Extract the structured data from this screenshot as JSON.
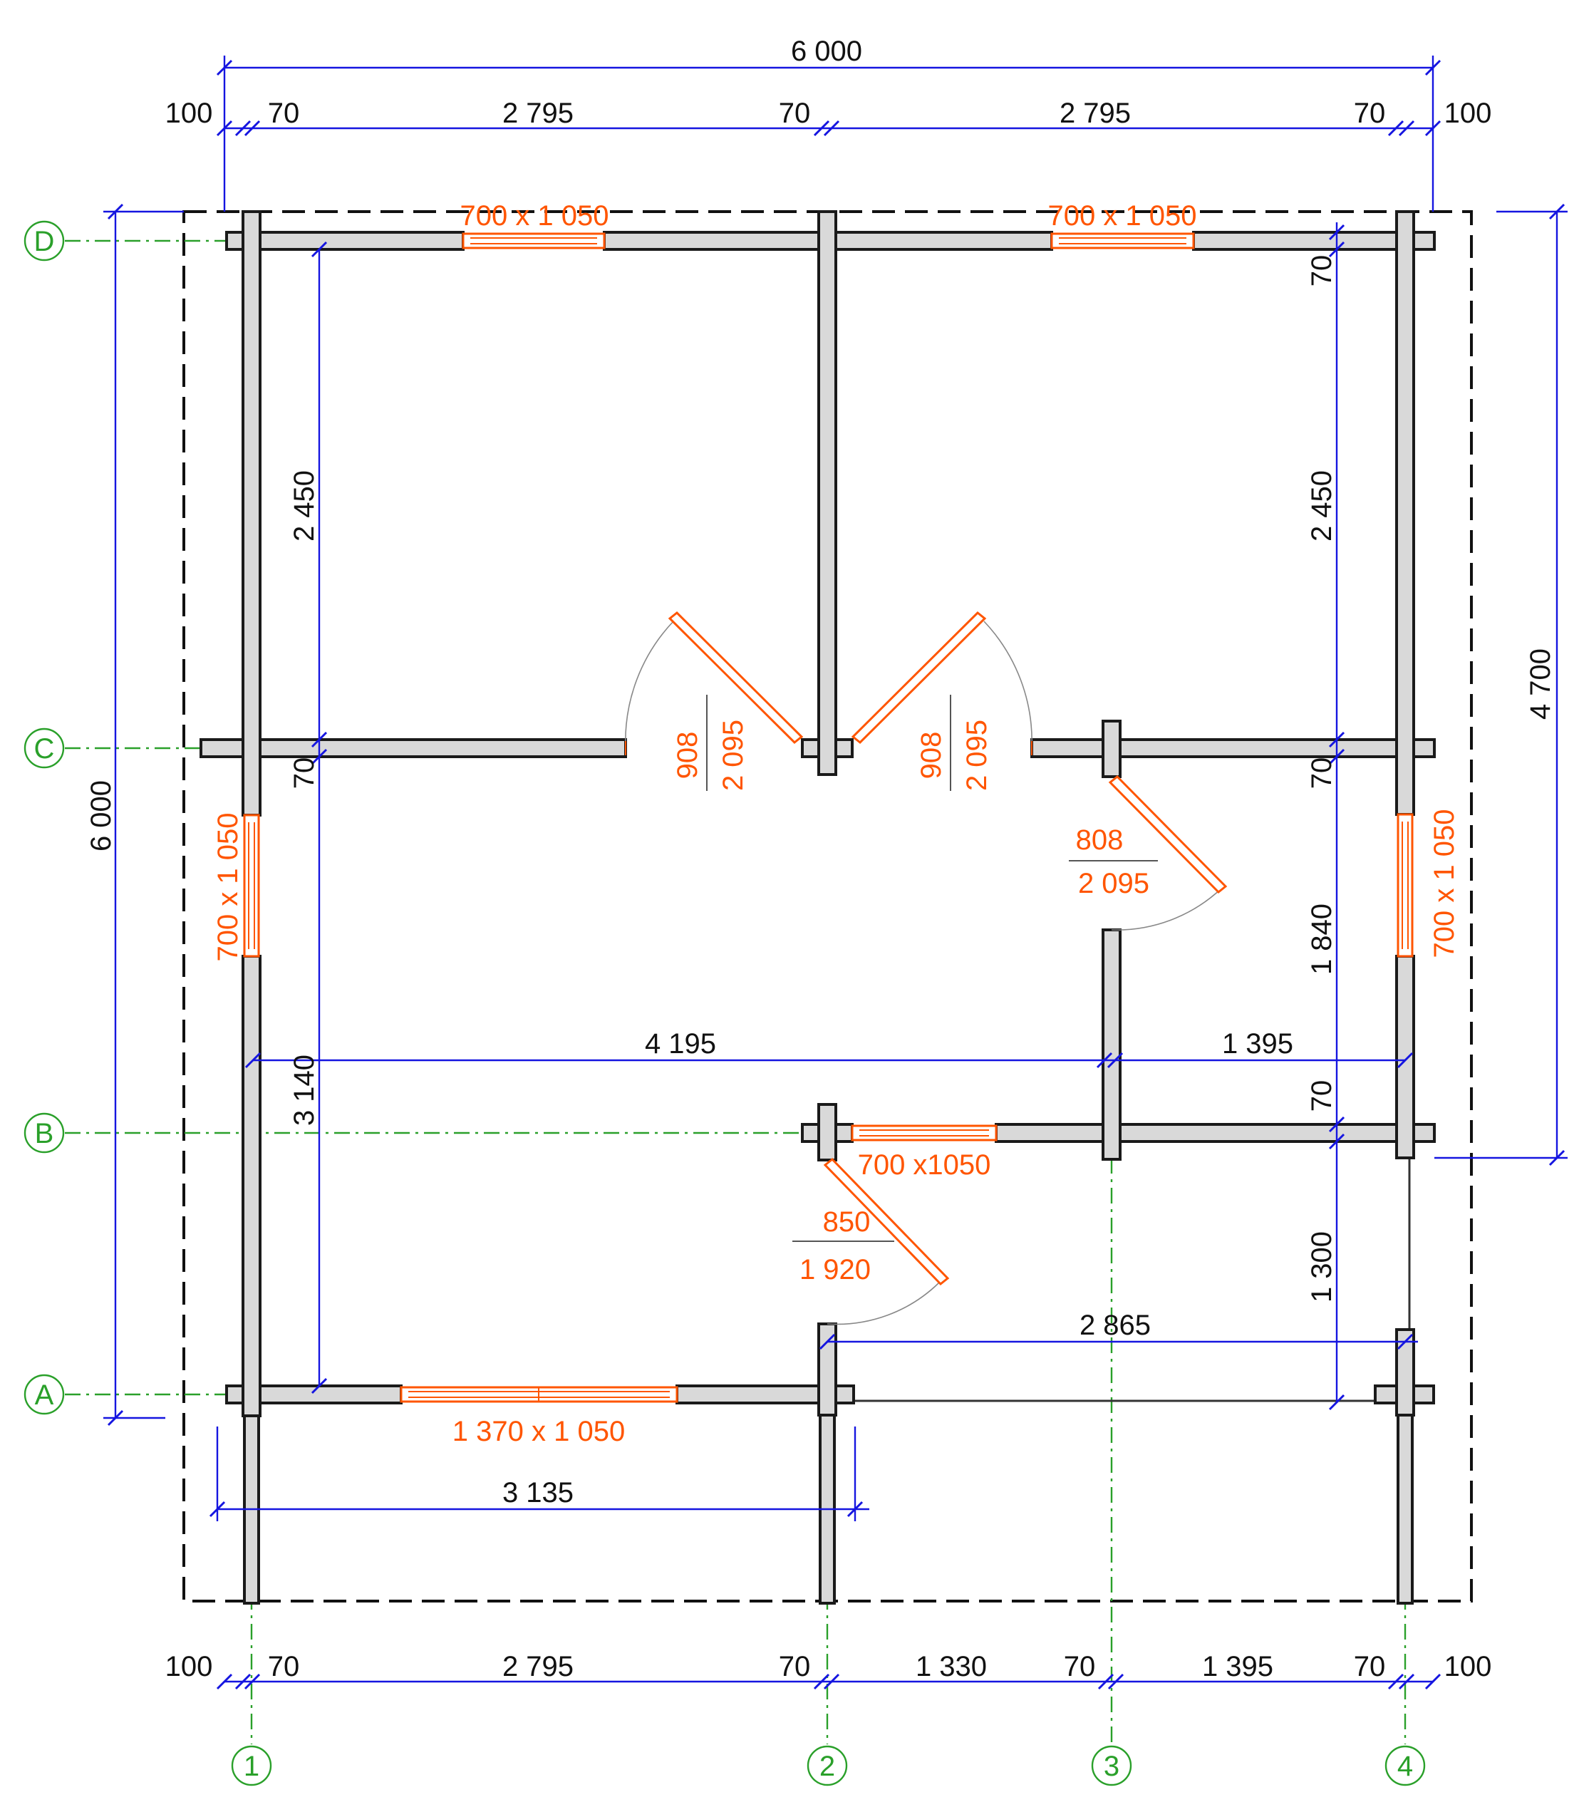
{
  "colors": {
    "wall_fill": "#d9d9d9",
    "wall_stroke": "#1a1a1a",
    "dimension": "#1515e0",
    "grid": "#2aa02a",
    "opening": "#ff5500",
    "boundary": "#111111"
  },
  "grid_axes": {
    "rows": [
      "D",
      "C",
      "B",
      "A"
    ],
    "columns": [
      "1",
      "2",
      "3",
      "4"
    ]
  },
  "dimensions": {
    "top_overall": "6 000",
    "top_chain": [
      "100",
      "70",
      "2 795",
      "70",
      "2 795",
      "70",
      "100"
    ],
    "bottom_chain": [
      "100",
      "70",
      "2 795",
      "70",
      "1 330",
      "70",
      "1 395",
      "70",
      "100"
    ],
    "left_overall": "6 000",
    "right_overall": "4 700",
    "left_inner": [
      "2 450",
      "70",
      "3 140"
    ],
    "right_inner": [
      "70",
      "2 450",
      "70",
      "1 840",
      "70",
      "1 300"
    ],
    "room_width_left": "4 195",
    "room_width_right": "1 395",
    "porch_span": "2 865",
    "bottom_extent": "3 135"
  },
  "windows": {
    "top_left": "700 x 1 050",
    "top_right": "700 x 1 050",
    "left": "700 x 1 050",
    "right": "700 x 1 050",
    "axis_b": "700 x1050",
    "bottom": "1 370 x 1 050"
  },
  "doors": {
    "room_left": {
      "width": "908",
      "height": "2 095"
    },
    "room_right": {
      "width": "908",
      "height": "2 095"
    },
    "side_room": {
      "width": "808",
      "height": "2 095"
    },
    "entrance": {
      "width": "850",
      "height": "1 920"
    }
  }
}
